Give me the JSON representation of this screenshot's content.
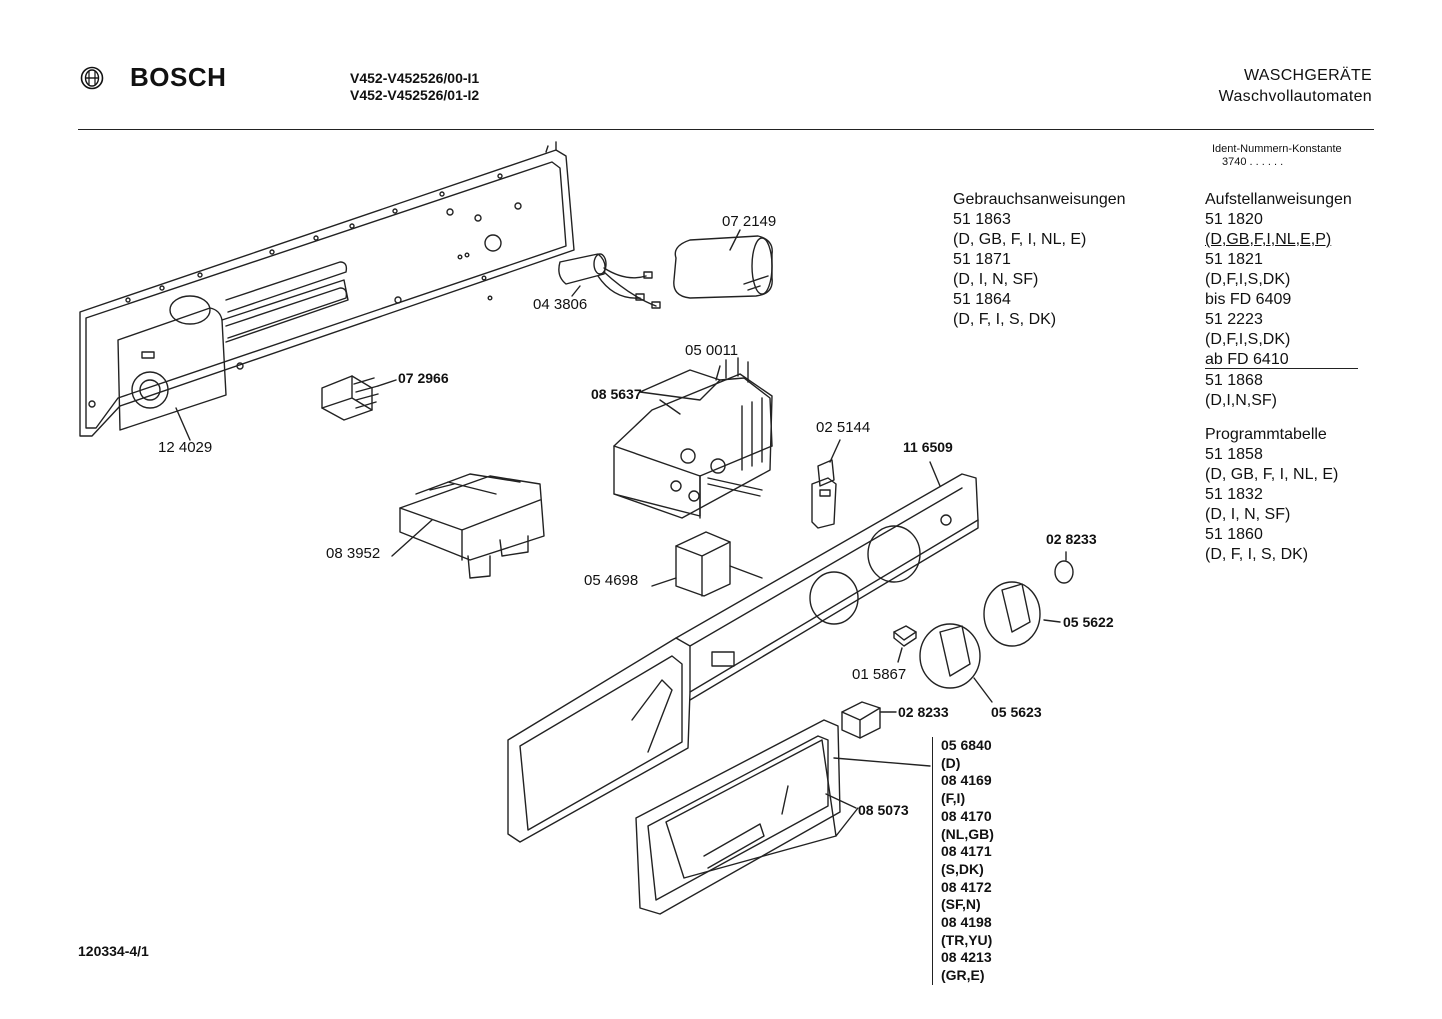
{
  "header": {
    "brand": "BOSCH",
    "model_lines": [
      "V452-V452526/00-I1",
      "V452-V452526/01-I2"
    ],
    "category": "WASCHGERÄTE",
    "subcategory": "Waschvollautomaten"
  },
  "ident": {
    "label": "Ident-Nummern-Konstante",
    "value": "3740  . .   . . . ."
  },
  "gebrauchsanweisungen": {
    "title": "Gebrauchsanweisungen",
    "lines": [
      "51 1863",
      "(D, GB, F, I, NL, E)",
      "51 1871",
      "(D, I, N, SF)",
      "51 1864",
      "(D, F, I, S, DK)"
    ]
  },
  "aufstellanweisungen": {
    "title": "Aufstellanweisungen",
    "lines": [
      "51 1820",
      "(D,GB,F,I,NL,E,P)",
      "51 1821",
      "(D,F,I,S,DK)",
      "bis FD 6409",
      "51 2223",
      "(D,F,I,S,DK)",
      "ab FD 6410",
      "51 1868",
      "(D,I,N,SF)"
    ]
  },
  "programmtabelle": {
    "title": "Programmtabelle",
    "lines": [
      "51 1858",
      "(D, GB, F, I, NL, E)",
      "51 1832",
      "(D, I, N, SF)",
      "51 1860",
      "(D, F, I, S, DK)"
    ]
  },
  "parts": {
    "p072149": "07 2149",
    "p043806": "04 3806",
    "p072966": "07 2966",
    "p124029": "12 4029",
    "p050011": "05 0011",
    "p085637": "08 5637",
    "p025144": "02 5144",
    "p116509": "11 6509",
    "p083952": "08 3952",
    "p054698": "05 4698",
    "p028233a": "02 8233",
    "p055622": "05 5622",
    "p015867": "01 5867",
    "p028233b": "02 8233",
    "p055623": "05 5623",
    "p085073": "08 5073"
  },
  "variants": [
    "05 6840",
    "(D)",
    "08 4169",
    "(F,I)",
    "08 4170",
    "(NL,GB)",
    "08 4171",
    "(S,DK)",
    "08 4172",
    "(SF,N)",
    "08 4198",
    "(TR,YU)",
    "08 4213",
    "(GR,E)"
  ],
  "footer": "120334-4/1"
}
